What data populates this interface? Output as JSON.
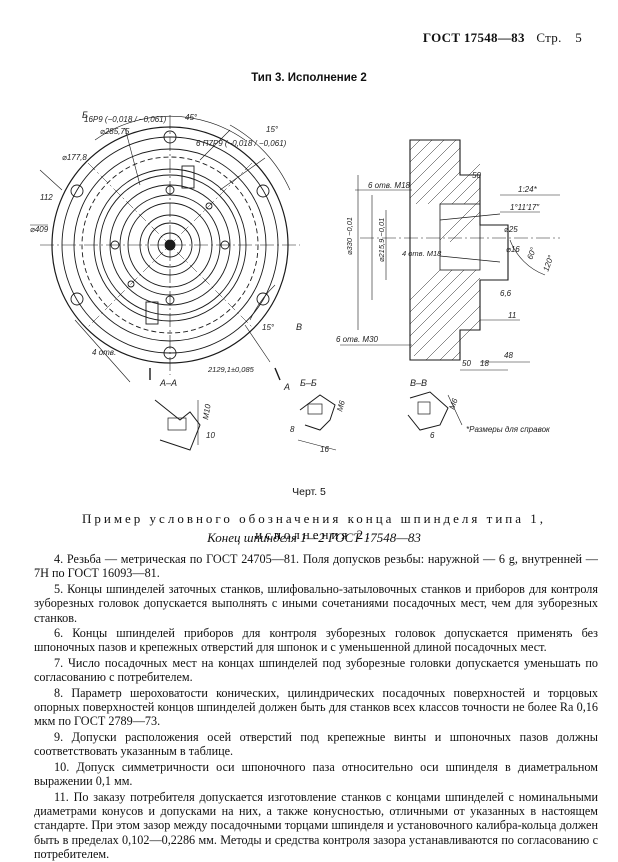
{
  "header": {
    "gost": "ГОСТ 17548—83",
    "page_label": "Стр.",
    "page_num": "5"
  },
  "figure": {
    "title": "Тип 3. Исполнение 2",
    "caption": "Черт. 5",
    "labels": {
      "l1": "16Р9 (−0,018 / −0,061)",
      "l2": "⌀285,75",
      "l3": "⌀177,8",
      "l4": "6 П7Р9 (−0,018 / −0,061)",
      "l5": "45°",
      "l6": "15°",
      "l7": "⌀409",
      "l8": "112",
      "l9": "15°",
      "l10": "2129,1±0,085",
      "l11": "4 отв.",
      "l12": "6 отв. М18",
      "l13": "⌀330 −0,01",
      "l14": "⌀215,9 −0,01",
      "l15": "50",
      "l16": "1:24*",
      "l17": "1°11′17″",
      "l18": "⌀25",
      "l19": "⌀16",
      "l20": "4 отв. М18",
      "l21": "120°",
      "l22": "60°",
      "l23": "6,6",
      "l24": "11",
      "l25": "6 отв. М30",
      "l26": "50",
      "l27": "18",
      "l28": "48",
      "l29": "А–А",
      "l30": "Б–Б",
      "l31": "В–В",
      "l32": "М10",
      "l33": "10",
      "l34": "М6",
      "l35": "8",
      "l36": "16",
      "l37": "М6",
      "l38": "6",
      "l39": "*Размеры для справок",
      "l40": "А",
      "l41": "Б",
      "l42": "В"
    }
  },
  "text": {
    "example": "Пример условного обозначения конца шпинделя типа 1, исполнения 2:",
    "designation": "Конец шпинделя 1—2 ГОСТ 17548—83",
    "paragraphs": [
      "4. Резьба — метрическая по ГОСТ 24705—81. Поля допусков резьбы: наружной — 6 g, внутренней — 7Н по ГОСТ 16093—81.",
      "5. Концы шпинделей заточных станков, шлифовально-затыловочных станков и приборов для контроля зуборезных головок допускается выполнять с иными сочетаниями посадочных мест, чем для зуборезных станков.",
      "6. Концы шпинделей приборов для контроля зуборезных головок допускается применять без шпоночных пазов и крепежных отверстий для шпонок и с уменьшенной длиной посадочных мест.",
      "7. Число посадочных мест на концах шпинделей под зуборезные головки допускается уменьшать по согласованию с потребителем.",
      "8. Параметр шероховатости конических, цилиндрических посадочных поверхностей и торцовых опорных поверхностей концов шпинделей должен быть для станков всех классов точности не более Ra 0,16 мкм по ГОСТ 2789—73.",
      "9. Допуски расположения осей отверстий под крепежные винты и шпоночных пазов должны соответствовать указанным в таблице.",
      "10. Допуск симметричности оси шпоночного паза относительно оси шпинделя в диаметральном выражении 0,1 мм.",
      "11. По заказу потребителя допускается изготовление станков с концами шпинделей с номинальными диаметрами конусов и допусками на них, а также конусностью, отличными от указанных в настоящем стандарте. При этом зазор между посадочными торцами шпинделя и установочного калибра-кольца должен быть в пределах 0,102—0,2286 мм. Методы и средства контроля зазора устанавливаются по согласованию с потребителем."
    ]
  }
}
